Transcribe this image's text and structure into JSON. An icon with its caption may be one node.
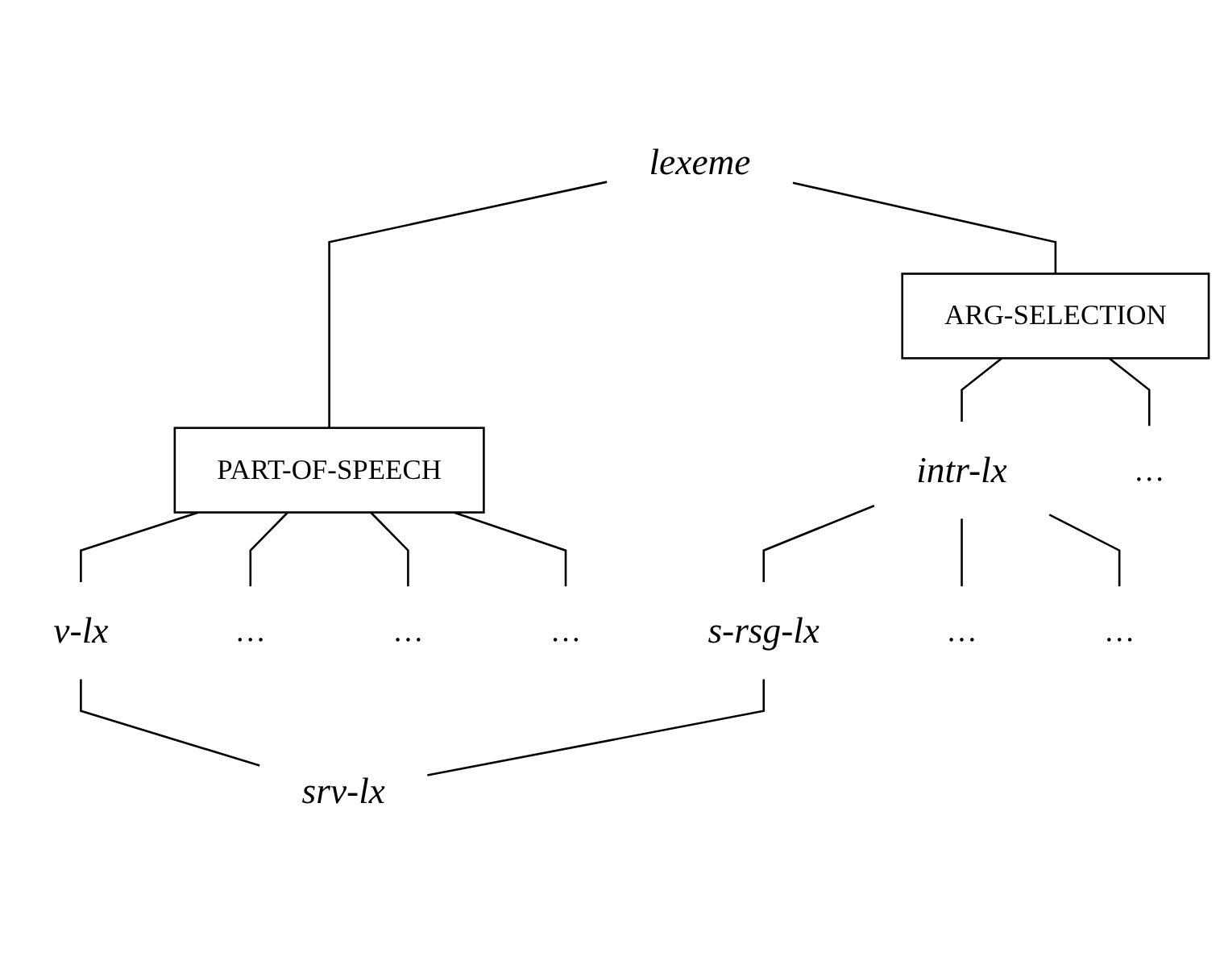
{
  "diagram": {
    "nodes": [
      {
        "text": [
          "lexeme"
        ]
      },
      {
        "text": [
          "PART-OF-SPEECH"
        ]
      },
      {
        "text": [
          "ARG-SELECTION"
        ]
      },
      {
        "text": [
          "v-lx"
        ]
      },
      {
        "text": [
          "…"
        ]
      },
      {
        "text": [
          "…"
        ]
      },
      {
        "text": [
          "…"
        ]
      },
      {
        "text": [
          "intr-lx"
        ]
      },
      {
        "text": [
          "…"
        ]
      },
      {
        "text": [
          "s-rsg-lx"
        ]
      },
      {
        "text": [
          "…"
        ]
      },
      {
        "text": [
          "…"
        ]
      },
      {
        "text": [
          "srv-lx"
        ]
      }
    ],
    "edges": [
      {
        "from": 0,
        "to": 1,
        "arrow": "none"
      },
      {
        "from": 0,
        "to": 2,
        "arrow": "none"
      },
      {
        "from": 1,
        "to": 3,
        "arrow": "none"
      },
      {
        "from": 1,
        "to": 4,
        "arrow": "none"
      },
      {
        "from": 1,
        "to": 5,
        "arrow": "none"
      },
      {
        "from": 1,
        "to": 6,
        "arrow": "none"
      },
      {
        "from": 2,
        "to": 7,
        "arrow": "none"
      },
      {
        "from": 2,
        "to": 8,
        "arrow": "none"
      },
      {
        "from": 7,
        "to": 9,
        "arrow": "none"
      },
      {
        "from": 7,
        "to": 10,
        "arrow": "none"
      },
      {
        "from": 7,
        "to": 11,
        "arrow": "none"
      },
      {
        "from": 3,
        "to": 12,
        "arrow": "none"
      },
      {
        "from": 9,
        "to": 12,
        "arrow": "none"
      }
    ]
  }
}
